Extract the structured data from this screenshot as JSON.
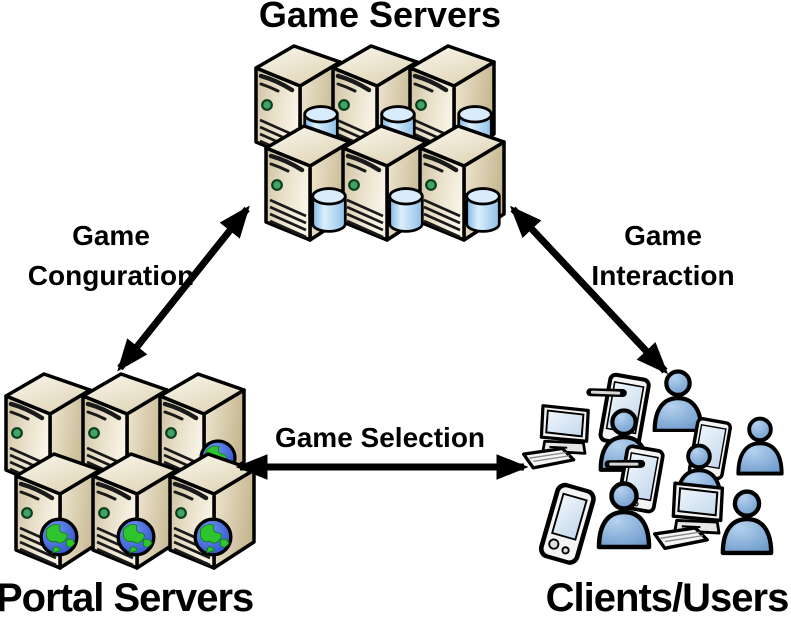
{
  "diagram": {
    "nodes": {
      "game_servers": {
        "label": "Game Servers",
        "icon": "server-database-cluster-icon",
        "server_count": 6,
        "database_count": 6
      },
      "portal_servers": {
        "label": "Portal Servers",
        "icon": "server-globe-cluster-icon",
        "server_count": 6,
        "globe_count": 4
      },
      "clients_users": {
        "label": "Clients/Users",
        "icon": "users-devices-crowd-icon",
        "person_count": 6,
        "desktop_count": 2,
        "tablet_count": 3,
        "handheld_count": 1
      }
    },
    "edges": {
      "configuration": {
        "from": "Portal Servers",
        "to": "Game Servers",
        "bidirectional": true,
        "label_line1": "Game",
        "label_line2": "Conguration"
      },
      "interaction": {
        "from": "Game Servers",
        "to": "Clients/Users",
        "bidirectional": true,
        "label_line1": "Game",
        "label_line2": "Interaction"
      },
      "selection": {
        "from": "Portal Servers",
        "to": "Clients/Users",
        "bidirectional": true,
        "label": "Game Selection"
      }
    },
    "colors": {
      "background": "#ffffff",
      "text": "#000000",
      "arrow": "#000000",
      "server_front": "#e8dfc7",
      "server_top": "#f7f2e3",
      "server_side": "#d8cbab",
      "server_led": "#3fa464",
      "database": "#a9cfee",
      "globe_ocean": "#2f55d6",
      "globe_land": "#2ec42e",
      "person": "#7da7d9",
      "device_body": "#f2f2f2",
      "device_screen": "#d9e6f2"
    }
  }
}
